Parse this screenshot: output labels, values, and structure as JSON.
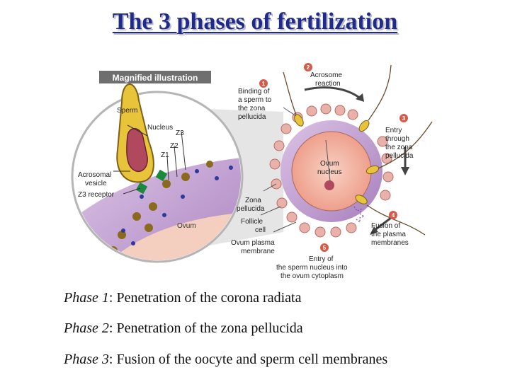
{
  "title": "The 3 phases of fertilization",
  "diagram": {
    "inset_title": "Magnified illustration",
    "inset_labels": {
      "sperm": "Sperm",
      "nucleus": "Nucleus",
      "z3": "Z3",
      "z2": "Z2",
      "z1": "Z1",
      "acrosomal_line1": "Acrosomal",
      "acrosomal_line2": "vesicle",
      "z3_receptor": "Z3 receptor",
      "ovum": "Ovum"
    },
    "step_numbers": [
      "1",
      "2",
      "3",
      "4",
      "5"
    ],
    "step1": [
      "Binding of",
      "a sperm to",
      "the zona",
      "pellucida"
    ],
    "step2": [
      "Acrosome",
      "reaction"
    ],
    "step3": [
      "Entry",
      "through",
      "the zona",
      "pellucida"
    ],
    "step4": [
      "Fusion of",
      "the plasma",
      "membranes"
    ],
    "step5": [
      "Entry of",
      "the sperm nucleus into",
      "the ovum cytoplasm"
    ],
    "ovum_nucleus": [
      "Ovum",
      "nucleus"
    ],
    "zona_pellucida": [
      "Zona",
      "pellucida"
    ],
    "follicle_cell": [
      "Follicle",
      "cell"
    ],
    "ovum_plasma_membrane": [
      "Ovum plasma",
      "membrane"
    ]
  },
  "phases": [
    {
      "label": "Phase 1",
      "text": ": Penetration of the corona radiata"
    },
    {
      "label": "Phase 2",
      "text": ": Penetration of the zona pellucida"
    },
    {
      "label": "Phase 3",
      "text": ": Fusion of the oocyte and sperm cell membranes"
    }
  ],
  "colors": {
    "title": "#1f2b8a",
    "sperm": "#e8c43a",
    "nucleus": "#b0485e",
    "zona": "#c9a6d6",
    "ovum": "#f2c6b4",
    "step_circle": "#d65a4a"
  }
}
